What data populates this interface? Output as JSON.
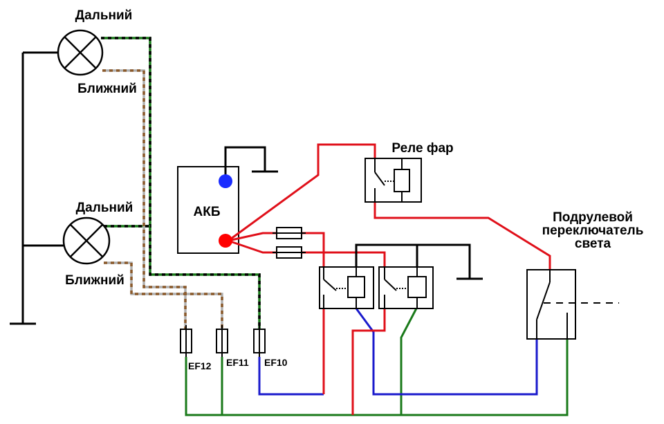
{
  "labels": {
    "lamp_top_high": "Дальний",
    "lamp_top_low": "Ближний",
    "lamp_bottom_high": "Дальний",
    "lamp_bottom_low": "Ближний",
    "battery": "АКБ",
    "headlight_relay": "Реле фар",
    "column_switch_line1": "Подрулевой",
    "column_switch_line2": "переключатель",
    "column_switch_line3": "света",
    "fuse_ef12": "EF12",
    "fuse_ef11": "EF11",
    "fuse_ef10": "EF10"
  },
  "colors": {
    "wire_black": "#000000",
    "wire_red": "#e0101a",
    "wire_green": "#1a7a1a",
    "wire_blue": "#1a1acc",
    "wire_brown": "#8b5a2b",
    "wire_gray": "#b0b0b0",
    "terminal_positive": "#ff0000",
    "terminal_negative": "#1a2cff"
  }
}
